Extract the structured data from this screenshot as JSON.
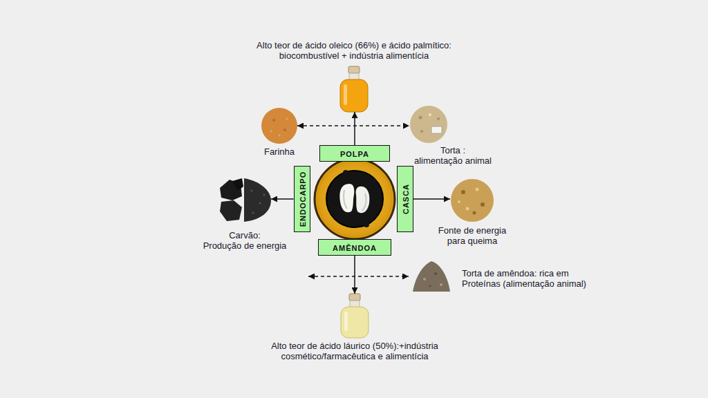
{
  "diagram": {
    "nodes": [
      {
        "text": [
          "Alto teor de ácido oleico (66%) e ácido palmítico: biocombustível + indústria alimentícia"
        ]
      },
      {
        "text": [
          "Farinha"
        ]
      },
      {
        "text": [
          "Torta :",
          "alimentação animal"
        ]
      },
      {
        "text": [
          "POLPA"
        ]
      },
      {
        "text": [
          "Carvão:",
          "Produção de energia"
        ]
      },
      {
        "text": [
          "ENDOCARPO"
        ]
      },
      {
        "text": [
          "CASCA"
        ]
      },
      {
        "text": [
          "Fonte de energia para queima"
        ]
      },
      {
        "text": [
          "AMÊNDOA"
        ]
      },
      {
        "text": [
          "Torta de amêndoa: rica em Proteínas (alimentação animal)"
        ]
      },
      {
        "text": [
          "Alto teor de ácido láurico (50%):+indústria cosmético/farmacêutica e alimentícia"
        ]
      }
    ],
    "edges": [
      {
        "from": 3,
        "to": 0,
        "arrow": "to"
      },
      {
        "from": 1,
        "to": 2,
        "arrow": "both"
      },
      {
        "from": 5,
        "to": 4,
        "arrow": "to"
      },
      {
        "from": 6,
        "to": 7,
        "arrow": "to"
      },
      {
        "from": 8,
        "to": 10,
        "arrow": "to"
      }
    ]
  }
}
